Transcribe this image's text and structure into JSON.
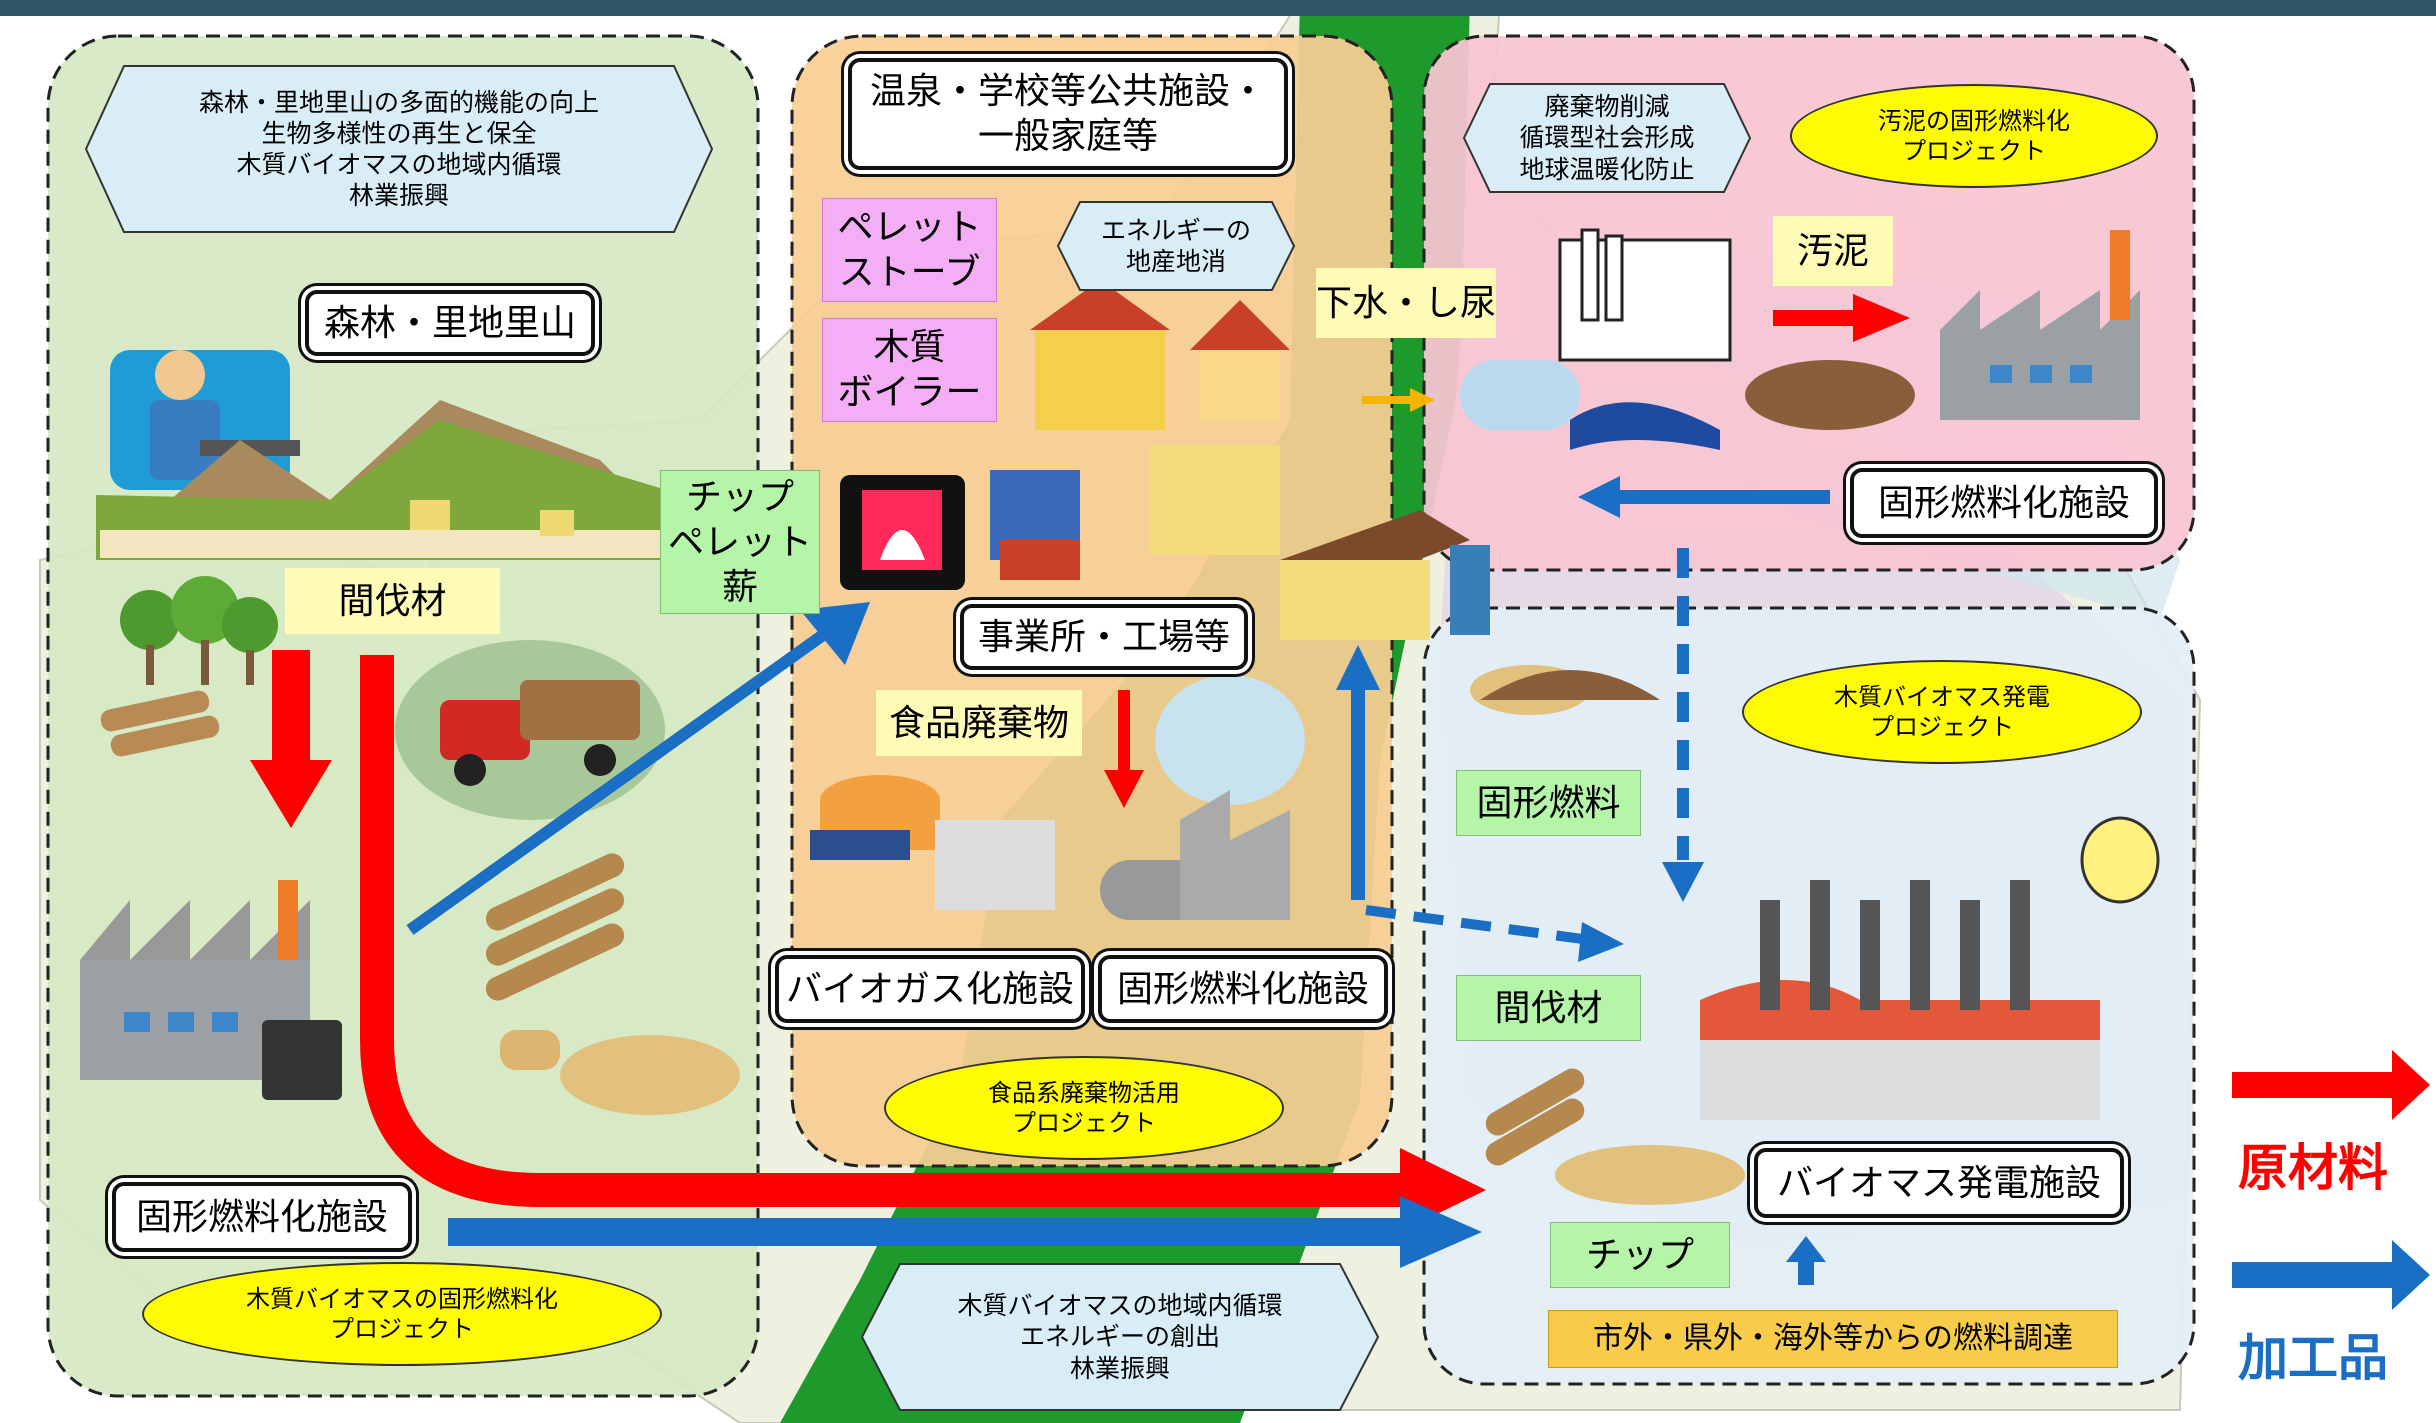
{
  "forest": {
    "goals": [
      "森林・里地里山の多面的機能の向上",
      "生物多様性の再生と保全",
      "木質バイオマスの地域内循環",
      "林業振興"
    ],
    "title": "森林・里地里山",
    "thinning": "間伐材",
    "facility": "固形燃料化施設",
    "project": "木質バイオマスの固形燃料化\nプロジェクト"
  },
  "public": {
    "title": "温泉・学校等公共施設・\n一般家庭等",
    "pellet_stove": "ペレット\nストーブ",
    "wood_boiler": "木質\nボイラー",
    "local_energy": "エネルギーの\n地産地消",
    "fuels": "チップ\nペレット\n薪",
    "business": "事業所・工場等",
    "food_waste": "食品廃棄物",
    "biogas_facility": "バイオガス化施設",
    "solid_fuel_facility": "固形燃料化施設",
    "project": "食品系廃棄物活用\nプロジェクト",
    "bottom_goals": [
      "木質バイオマスの地域内循環",
      "エネルギーの創出",
      "林業振興"
    ]
  },
  "sludge": {
    "goals": [
      "廃棄物削減",
      "循環型社会形成",
      "地球温暖化防止"
    ],
    "project": "汚泥の固形燃料化\nプロジェクト",
    "sewage": "下水・し尿",
    "sludge": "汚泥",
    "facility": "固形燃料化施設"
  },
  "power": {
    "project": "木質バイオマス発電\nプロジェクト",
    "solid_fuel": "固形燃料",
    "thinning": "間伐材",
    "chip": "チップ",
    "plant": "バイオマス発電施設",
    "procurement": "市外・県外・海外等からの燃料調達"
  },
  "legend": {
    "raw": "原材料",
    "processed": "加工品",
    "raw_color": "#ff0000",
    "processed_color": "#1a6fc4"
  }
}
